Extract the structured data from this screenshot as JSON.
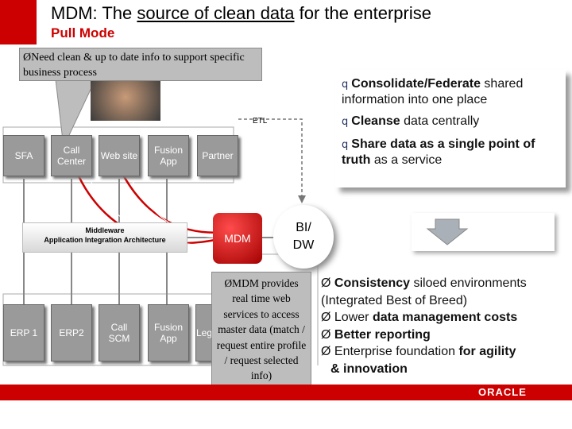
{
  "header": {
    "title_prefix": "MDM: The ",
    "title_underlined": "source of clean data",
    "title_suffix": " for the enterprise",
    "subtitle": "Pull Mode"
  },
  "callout_top": {
    "text": "ØNeed clean & up to date info to support specific business process"
  },
  "right_panel": {
    "item1_bold": "Consolidate/Federate",
    "item1_rest": " shared information into one place",
    "item2_bold": "Cleanse",
    "item2_rest": " data centrally",
    "item3_bold": "Share data as a single point of truth",
    "item3_rest": " as a service",
    "bullet": "q"
  },
  "diagram": {
    "etl_label": "ETL",
    "top_systems": [
      "SFA",
      "Call Center",
      "Web site",
      "Fusion App",
      "Partner"
    ],
    "middleware_line1": "Middleware",
    "middleware_line2": "Application Integration Architecture",
    "mdm_label": "MDM",
    "bidw_line1": "BI/",
    "bidw_line2": "DW",
    "bottom_systems": [
      "ERP 1",
      "ERP2",
      "Call SCM",
      "Fusion App",
      "Leg"
    ]
  },
  "mdm_callout": {
    "text": "ØMDM provides real time web services to access master data (match / request entire profile / request selected info)"
  },
  "benefits": {
    "b1_bold": "Consistency",
    "b1_rest": " siloed environments",
    "b1_line2": "(Integrated Best of Breed)",
    "b2_pre": "Lower ",
    "b2_bold": "data management costs",
    "b3_bold": "Better reporting",
    "b4_pre": "Enterprise foundation ",
    "b4_bold": "for agility",
    "b4_line2": "& innovation",
    "bullet": "Ø"
  },
  "footer": {
    "logo_text": "ORACLE"
  },
  "colors": {
    "brand_red": "#cc0000",
    "box_gray": "#9a9a9a",
    "callout_gray": "#bdbdbd"
  }
}
